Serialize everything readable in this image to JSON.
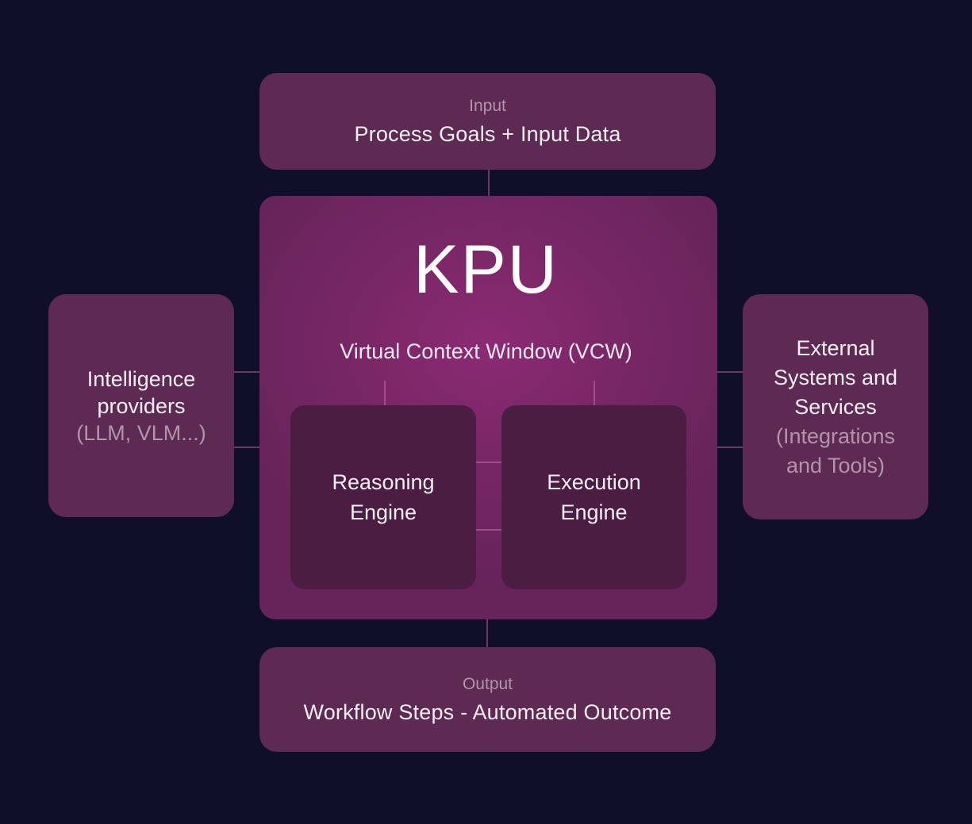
{
  "input": {
    "label": "Input",
    "text": "Process Goals + Input Data"
  },
  "kpu": {
    "title": "KPU",
    "vcw": "Virtual Context Window (VCW)",
    "reasoning_line1": "Reasoning",
    "reasoning_line2": "Engine",
    "execution_line1": "Execution",
    "execution_line2": "Engine"
  },
  "intelligence": {
    "line1": "Intelligence",
    "line2": "providers",
    "sub": "(LLM, VLM...)"
  },
  "external": {
    "line1": "External",
    "line2": "Systems and",
    "line3": "Services",
    "sub1": "(Integrations",
    "sub2": "and Tools)"
  },
  "output": {
    "label": "Output",
    "text": "Workflow Steps - Automated Outcome"
  },
  "colors": {
    "background": "#0f0f2a",
    "box": "#5d2a54",
    "kpu_center": "#8c2a74",
    "engine": "#4c1d43",
    "muted_text": "#b592ad"
  }
}
